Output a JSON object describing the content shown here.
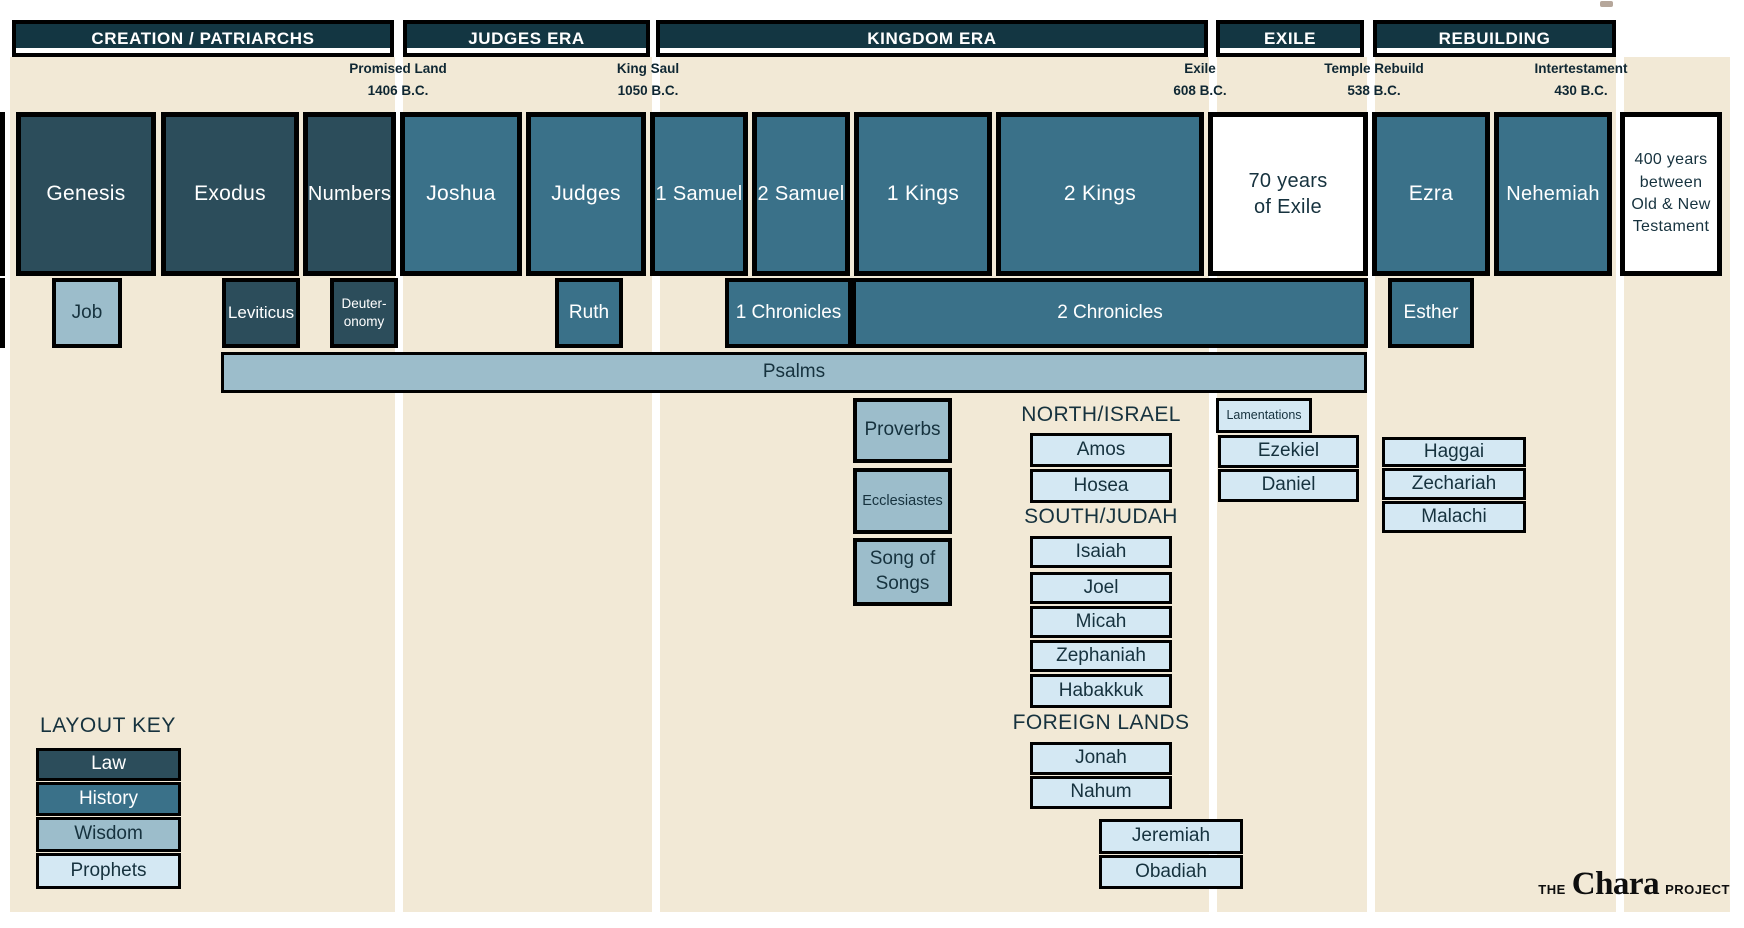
{
  "eras": [
    {
      "label": "CREATION / PATRIARCHS"
    },
    {
      "label": "JUDGES ERA"
    },
    {
      "label": "KINGDOM ERA"
    },
    {
      "label": "EXILE"
    },
    {
      "label": "REBUILDING"
    }
  ],
  "milestones": [
    {
      "name": "Promised Land",
      "date": "1406 B.C."
    },
    {
      "name": "King Saul",
      "date": "1050 B.C."
    },
    {
      "name": "Exile",
      "date": "608 B.C."
    },
    {
      "name": "Temple Rebuild",
      "date": "538 B.C."
    },
    {
      "name": "Intertestament",
      "date": "430 B.C."
    }
  ],
  "books": {
    "genesis": "Genesis",
    "exodus": "Exodus",
    "numbers": "Numbers",
    "joshua": "Joshua",
    "judges": "Judges",
    "samuel1": "1 Samuel",
    "samuel2": "2 Samuel",
    "kings1": "1 Kings",
    "kings2": "2 Kings",
    "exile70": "70 years\nof Exile",
    "ezra": "Ezra",
    "nehemiah": "Nehemiah",
    "years400": "400 years\nbetween\nOld & New\nTestament",
    "job": "Job",
    "leviticus": "Leviticus",
    "deuteronomy": "Deuter-\nonomy",
    "ruth": "Ruth",
    "chronicles1": "1 Chronicles",
    "chronicles2": "2 Chronicles",
    "esther": "Esther",
    "psalms": "Psalms",
    "proverbs": "Proverbs",
    "ecclesiastes": "Ecclesiastes",
    "songofsongs": "Song of\nSongs",
    "amos": "Amos",
    "hosea": "Hosea",
    "isaiah": "Isaiah",
    "joel": "Joel",
    "micah": "Micah",
    "zephaniah": "Zephaniah",
    "habakkuk": "Habakkuk",
    "jonah": "Jonah",
    "nahum": "Nahum",
    "jeremiah": "Jeremiah",
    "obadiah": "Obadiah",
    "lamentations": "Lamentations",
    "ezekiel": "Ezekiel",
    "daniel": "Daniel",
    "haggai": "Haggai",
    "zechariah": "Zechariah",
    "malachi": "Malachi"
  },
  "group_headings": {
    "north": "NORTH/ISRAEL",
    "south": "SOUTH/JUDAH",
    "foreign": "FOREIGN LANDS"
  },
  "legend": {
    "title": "LAYOUT KEY",
    "items": [
      {
        "label": "Law",
        "color": "#2c4d5b"
      },
      {
        "label": "History",
        "color": "#3a7189"
      },
      {
        "label": "Wisdom",
        "color": "#9cbdcb"
      },
      {
        "label": "Prophets",
        "color": "#d4e8f3"
      }
    ]
  },
  "logo": {
    "the": "THE",
    "name": "Chara",
    "project": "PROJECT"
  },
  "colors": {
    "era_header": "#133642",
    "law": "#2c4d5b",
    "history": "#3a7189",
    "wisdom": "#9cbdcb",
    "prophets": "#d4e8f3",
    "background": "#f2e9d6",
    "border": "#000000"
  },
  "chart_data": {
    "type": "table",
    "title": "Old Testament books timeline by era",
    "categories": [
      "CREATION / PATRIARCHS",
      "JUDGES ERA",
      "KINGDOM ERA",
      "EXILE",
      "REBUILDING"
    ],
    "milestones": [
      {
        "event": "Promised Land",
        "year": "1406 B.C."
      },
      {
        "event": "King Saul",
        "year": "1050 B.C."
      },
      {
        "event": "Exile",
        "year": "608 B.C."
      },
      {
        "event": "Temple Rebuild",
        "year": "538 B.C."
      },
      {
        "event": "Intertestament",
        "year": "430 B.C."
      }
    ],
    "series": [
      {
        "name": "Law",
        "values": [
          "Genesis",
          "Exodus",
          "Leviticus",
          "Numbers",
          "Deuteronomy"
        ]
      },
      {
        "name": "History",
        "values": [
          "Joshua",
          "Judges",
          "Ruth",
          "1 Samuel",
          "2 Samuel",
          "1 Kings",
          "2 Kings",
          "1 Chronicles",
          "2 Chronicles",
          "Ezra",
          "Nehemiah",
          "Esther"
        ]
      },
      {
        "name": "Wisdom",
        "values": [
          "Job",
          "Psalms",
          "Proverbs",
          "Ecclesiastes",
          "Song of Songs"
        ]
      },
      {
        "name": "Prophets NORTH/ISRAEL",
        "values": [
          "Amos",
          "Hosea"
        ]
      },
      {
        "name": "Prophets SOUTH/JUDAH",
        "values": [
          "Isaiah",
          "Joel",
          "Micah",
          "Zephaniah",
          "Habakkuk",
          "Jeremiah",
          "Obadiah"
        ]
      },
      {
        "name": "Prophets FOREIGN LANDS",
        "values": [
          "Jonah",
          "Nahum"
        ]
      },
      {
        "name": "Prophets EXILE",
        "values": [
          "Lamentations",
          "Ezekiel",
          "Daniel"
        ]
      },
      {
        "name": "Prophets REBUILDING",
        "values": [
          "Haggai",
          "Zechariah",
          "Malachi"
        ]
      }
    ],
    "annotations": [
      "70 years of Exile",
      "400 years between Old & New Testament"
    ]
  }
}
